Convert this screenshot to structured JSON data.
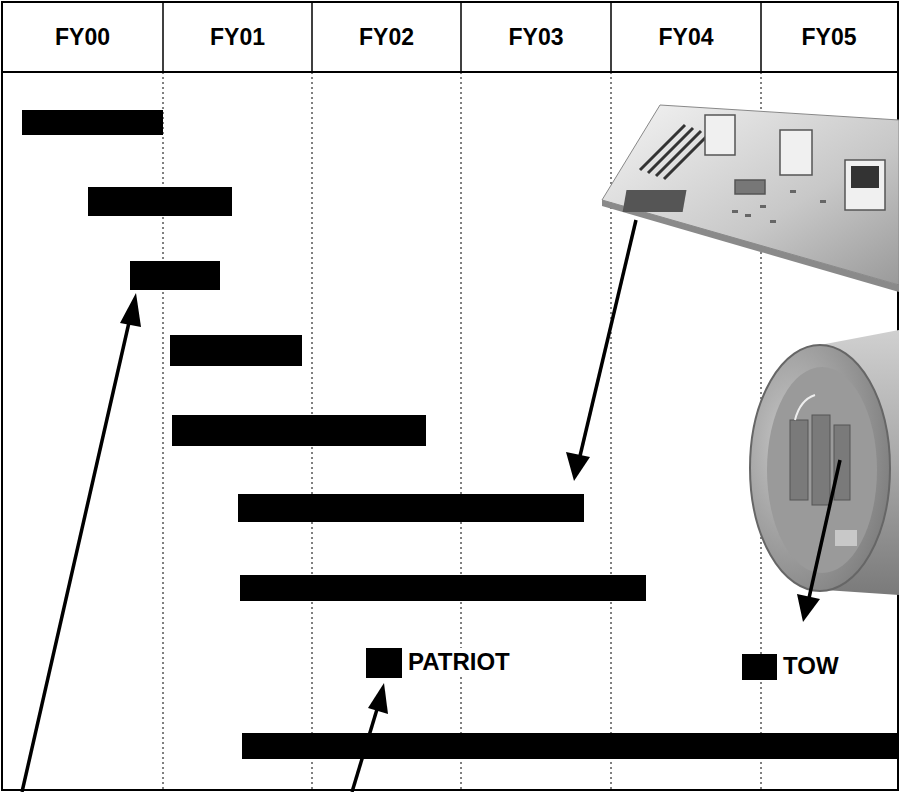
{
  "diagram": {
    "nodes": [
      {
        "text": [
          "FY00"
        ]
      },
      {
        "text": [
          "FY01"
        ]
      },
      {
        "text": [
          "FY02"
        ]
      },
      {
        "text": [
          "FY03"
        ]
      },
      {
        "text": [
          "FY04"
        ]
      },
      {
        "text": [
          "FY05"
        ]
      }
    ],
    "labels": [
      "PATRIOT",
      "TOW"
    ]
  }
}
